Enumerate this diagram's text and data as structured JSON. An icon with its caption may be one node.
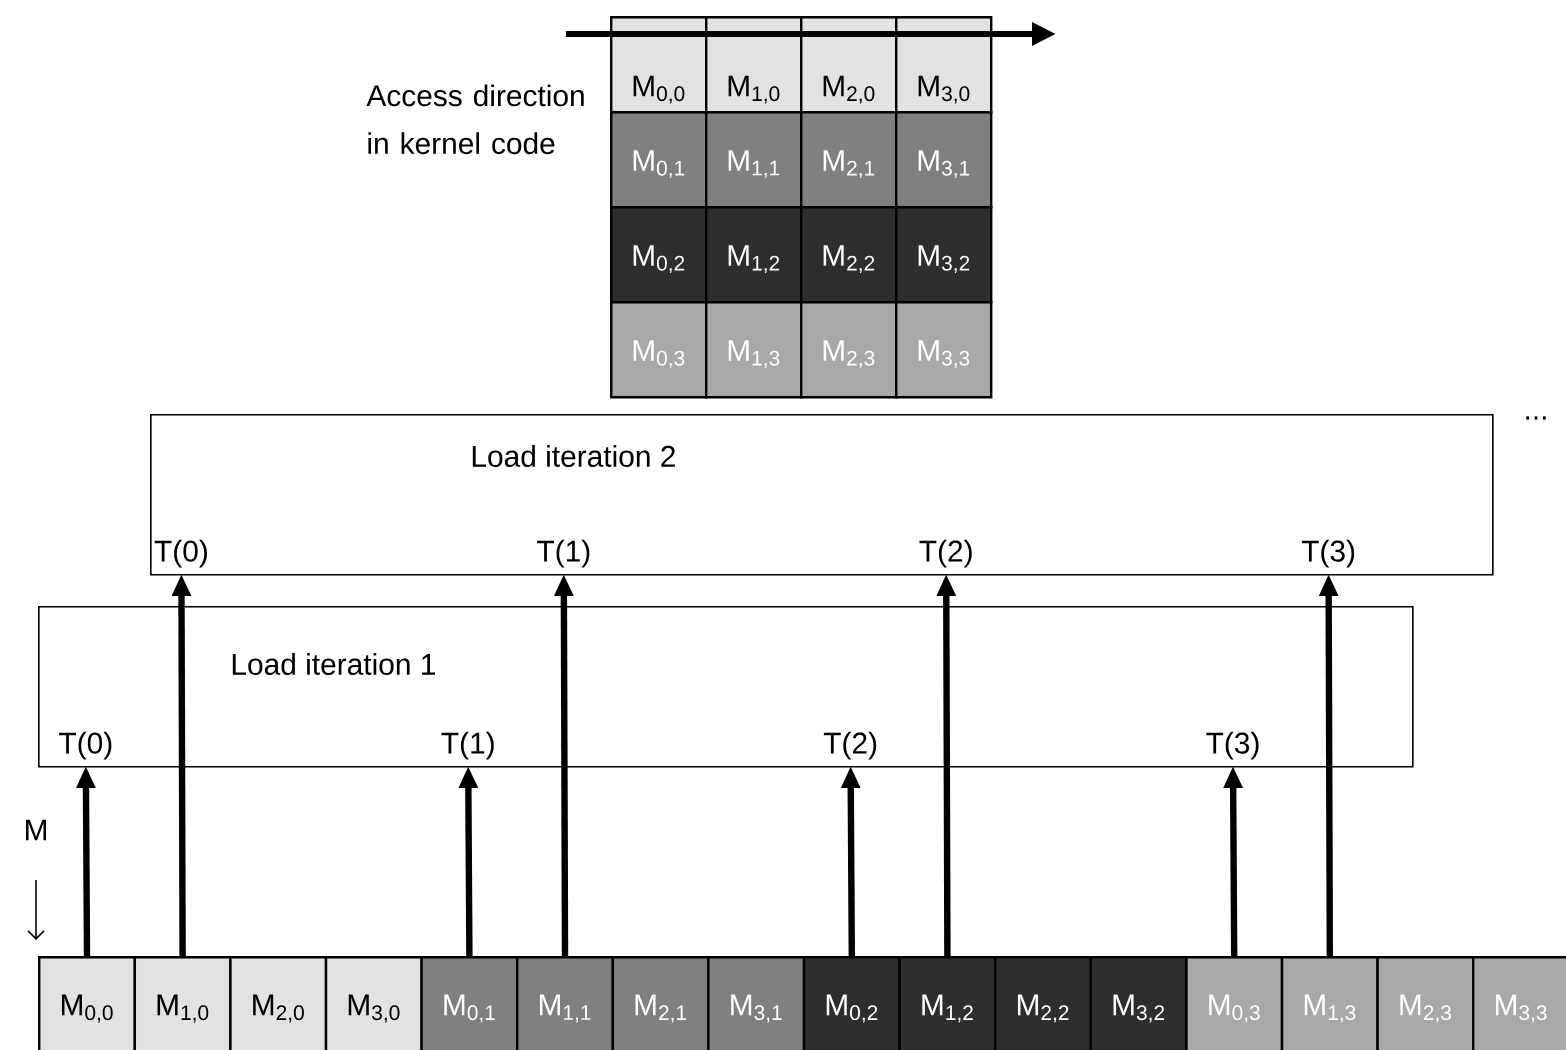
{
  "diagram": {
    "nodes": [
      {
        "text": [
          "M$_{0,0}$"
        ]
      },
      {
        "text": [
          "M$_{1,0}$"
        ]
      },
      {
        "text": [
          "M$_{2,0}$"
        ]
      },
      {
        "text": [
          "M$_{3,0}$"
        ]
      },
      {
        "text": [
          "M$_{0,1}$"
        ]
      },
      {
        "text": [
          "M$_{1,1}$"
        ]
      },
      {
        "text": [
          "M$_{2,1}$"
        ]
      },
      {
        "text": [
          "M$_{3,1}$"
        ]
      },
      {
        "text": [
          "M$_{0,2}$"
        ]
      },
      {
        "text": [
          "M$_{1,2}$"
        ]
      },
      {
        "text": [
          "M$_{2,2}$"
        ]
      },
      {
        "text": [
          "M$_{3,2}$"
        ]
      },
      {
        "text": [
          "M$_{0,3}$"
        ]
      },
      {
        "text": [
          "M$_{1,3}$"
        ]
      },
      {
        "text": [
          "M$_{2,3}$"
        ]
      },
      {
        "text": [
          "M$_{3,3}$"
        ]
      },
      {
        "text": [
          "Load iteration 2"
        ]
      },
      {
        "text": [
          "T(0)"
        ],
        "in": 16
      },
      {
        "text": [
          "T(1)"
        ],
        "in": 16
      },
      {
        "text": [
          "T(2)"
        ],
        "in": 16
      },
      {
        "text": [
          "T(3)"
        ],
        "in": 16
      },
      {
        "text": [
          "Load iteration 1"
        ]
      },
      {
        "text": [
          "T(0)"
        ],
        "in": 21
      },
      {
        "text": [
          "T(1)"
        ],
        "in": 21
      },
      {
        "text": [
          "T(2)"
        ],
        "in": 21
      },
      {
        "text": [
          "T(3)"
        ],
        "in": 21
      },
      {
        "text": [
          "M$_{0,0}$"
        ]
      },
      {
        "text": [
          "M$_{1,0}$"
        ]
      },
      {
        "text": [
          "M$_{2,0}$"
        ]
      },
      {
        "text": [
          "M$_{3,0}$"
        ]
      },
      {
        "text": [
          "M$_{0,1}$"
        ]
      },
      {
        "text": [
          "M$_{1,1}$"
        ]
      },
      {
        "text": [
          "M$_{2,1}$"
        ]
      },
      {
        "text": [
          "M$_{3,1}$"
        ]
      },
      {
        "text": [
          "M$_{0,2}$"
        ]
      },
      {
        "text": [
          "M$_{1,2}$"
        ]
      },
      {
        "text": [
          "M$_{2,2}$"
        ]
      },
      {
        "text": [
          "M$_{3,2}$"
        ]
      },
      {
        "text": [
          "M$_{0,3}$"
        ]
      },
      {
        "text": [
          "M$_{1,3}$"
        ]
      },
      {
        "text": [
          "M$_{2,3}$"
        ]
      },
      {
        "text": [
          "M$_{3,3}$"
        ]
      }
    ],
    "edges": [
      {
        "from": 26,
        "to": 22,
        "arrow": "to"
      },
      {
        "from": 27,
        "to": 17,
        "arrow": "to"
      },
      {
        "from": 30,
        "to": 23,
        "arrow": "to"
      },
      {
        "from": 31,
        "to": 18,
        "arrow": "to"
      },
      {
        "from": 34,
        "to": 24,
        "arrow": "to"
      },
      {
        "from": 35,
        "to": 19,
        "arrow": "to"
      },
      {
        "from": 38,
        "to": 25,
        "arrow": "to"
      },
      {
        "from": 39,
        "to": 20,
        "arrow": "to"
      }
    ],
    "labels": [
      "Access direction in kernel code",
      "M",
      "..."
    ]
  }
}
